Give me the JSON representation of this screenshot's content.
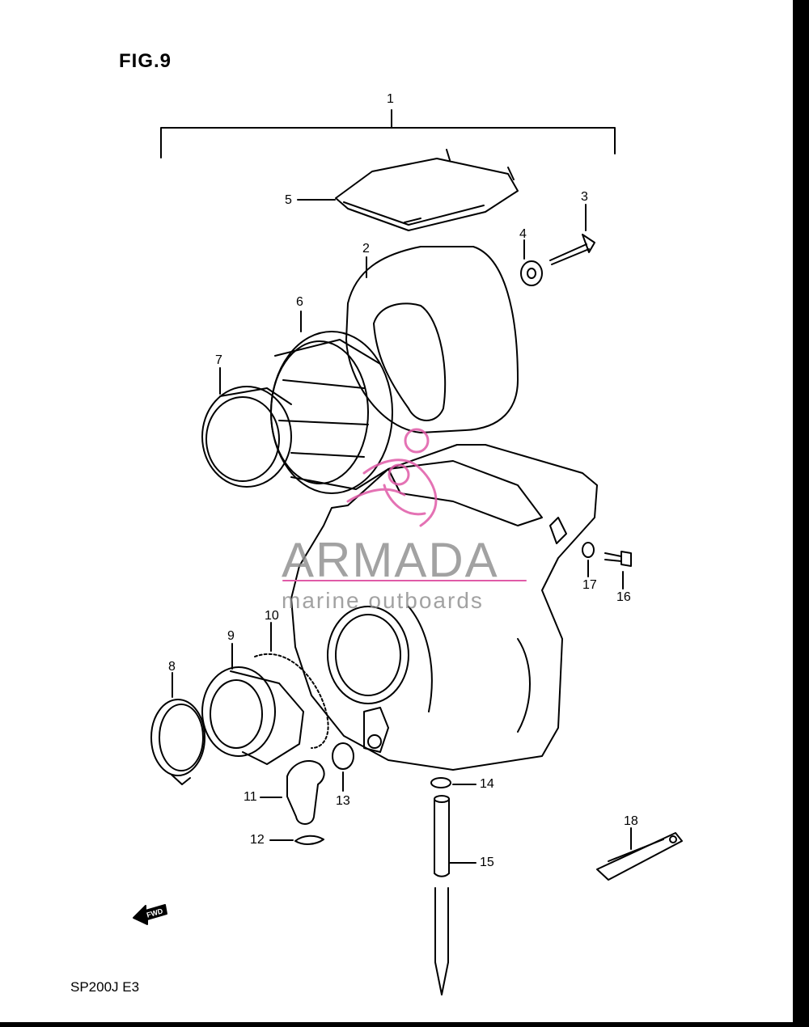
{
  "figure": {
    "title": "FIG.9",
    "model": "SP200J E3"
  },
  "watermark": {
    "name": "ARMADA",
    "tagline": "marine outboards",
    "color": "#8c8c8c",
    "logo_color": "#e05aa7"
  },
  "fwd_label": "FWD",
  "callouts": [
    {
      "id": "1",
      "label": "1"
    },
    {
      "id": "2",
      "label": "2"
    },
    {
      "id": "3",
      "label": "3"
    },
    {
      "id": "4",
      "label": "4"
    },
    {
      "id": "5",
      "label": "5"
    },
    {
      "id": "6",
      "label": "6"
    },
    {
      "id": "7",
      "label": "7"
    },
    {
      "id": "8",
      "label": "8"
    },
    {
      "id": "9",
      "label": "9"
    },
    {
      "id": "10",
      "label": "10"
    },
    {
      "id": "11",
      "label": "11"
    },
    {
      "id": "12",
      "label": "12"
    },
    {
      "id": "13",
      "label": "13"
    },
    {
      "id": "14",
      "label": "14"
    },
    {
      "id": "15",
      "label": "15"
    },
    {
      "id": "16",
      "label": "16"
    },
    {
      "id": "17",
      "label": "17"
    },
    {
      "id": "18",
      "label": "18"
    }
  ]
}
